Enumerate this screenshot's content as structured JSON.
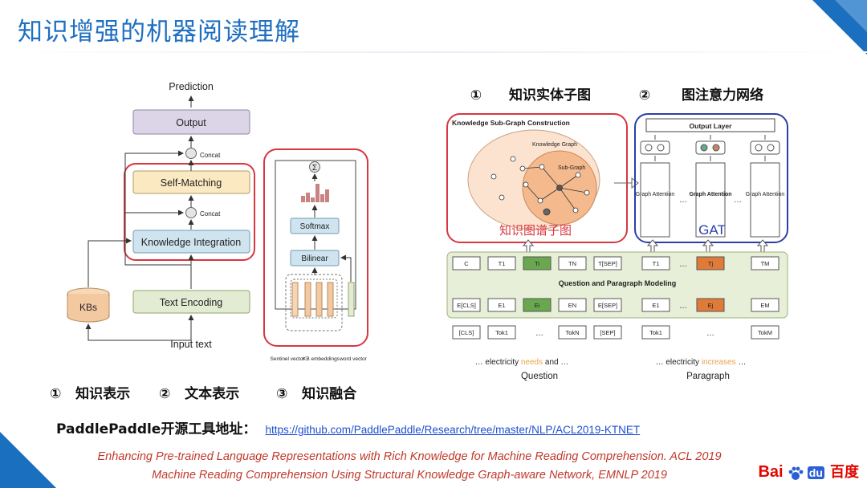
{
  "slide": {
    "title": "知识增强的机器阅读理解"
  },
  "left_diagram": {
    "prediction": "Prediction",
    "output": "Output",
    "concat_top": "Concat",
    "self_matching": "Self-Matching",
    "concat_mid": "Concat",
    "knowledge_integration": "Knowledge Integration",
    "kbs": "KBs",
    "text_encoding": "Text Encoding",
    "input_text": "Input text",
    "sigma": "Σ",
    "softmax": "Softmax",
    "bilinear": "Bilinear",
    "sentinel_vector": "Sentinel vector",
    "kb_embeddings": "KB embeddings",
    "word_vector": "word vector"
  },
  "left_caption": {
    "items": [
      {
        "num": "①",
        "label": "知识表示"
      },
      {
        "num": "②",
        "label": "文本表示"
      },
      {
        "num": "③",
        "label": "知识融合"
      }
    ]
  },
  "right_diagram": {
    "header_1_num": "①",
    "header_1_label": "知识实体子图",
    "header_2_num": "②",
    "header_2_label": "图注意力网络",
    "subgraph_title": "Knowledge Sub-Graph Construction",
    "knowledge_graph": "Knowledge Graph",
    "sub_graph": "Sub-Graph",
    "subgraph_cn": "知识图谱子图",
    "output_layer": "Output Layer",
    "graph_attention": "Graph Attention",
    "gat": "GAT",
    "ellipsis": "…",
    "qp_modeling": "Question and Paragraph Modeling",
    "t_row": [
      "C",
      "T1",
      "Ti",
      "TN",
      "T[SEP]",
      "T1",
      "…",
      "Tj",
      "TM"
    ],
    "e_row": [
      "E[CLS]",
      "E1",
      "Ei",
      "EN",
      "E[SEP]",
      "E1",
      "…",
      "Ej",
      "EM"
    ],
    "tok_row": [
      "[CLS]",
      "Tok1",
      "…",
      "TokN",
      "[SEP]",
      "Tok1",
      "…",
      "TokM"
    ],
    "question_text_1": "… electricity",
    "question_highlight": "needs",
    "question_text_2": "and …",
    "paragraph_text_1": "… electricity",
    "paragraph_highlight": "increases",
    "paragraph_text_2": "…",
    "question_label": "Question",
    "paragraph_label": "Paragraph"
  },
  "footer": {
    "paddle_label": "PaddlePaddle开源工具地址：",
    "paddle_link": "https://github.com/PaddlePaddle/Research/tree/master/NLP/ACL2019-KTNET",
    "ref_1": "Enhancing Pre-trained Language Representations with Rich Knowledge for Machine Reading Comprehension. ACL 2019",
    "ref_2": "Machine Reading Comprehension Using Structural Knowledge Graph-aware Network, EMNLP 2019"
  },
  "brand": {
    "logo_text_1": "Bai",
    "logo_text_du": "du",
    "logo_text_cn": "百度"
  },
  "colors": {
    "title_blue": "#1f6fc2",
    "annotation_red": "#d9363e",
    "gat_blue": "#2b3fa8",
    "ref_red": "#c0392b",
    "box_purple": "#dcd5e8",
    "box_yellow": "#fbe9c2",
    "box_blue": "#cfe4ef",
    "box_green": "#e3ecd2",
    "box_orange": "#f3c9a1",
    "highlight_green": "#6aa84f",
    "highlight_orange": "#e07a38"
  }
}
